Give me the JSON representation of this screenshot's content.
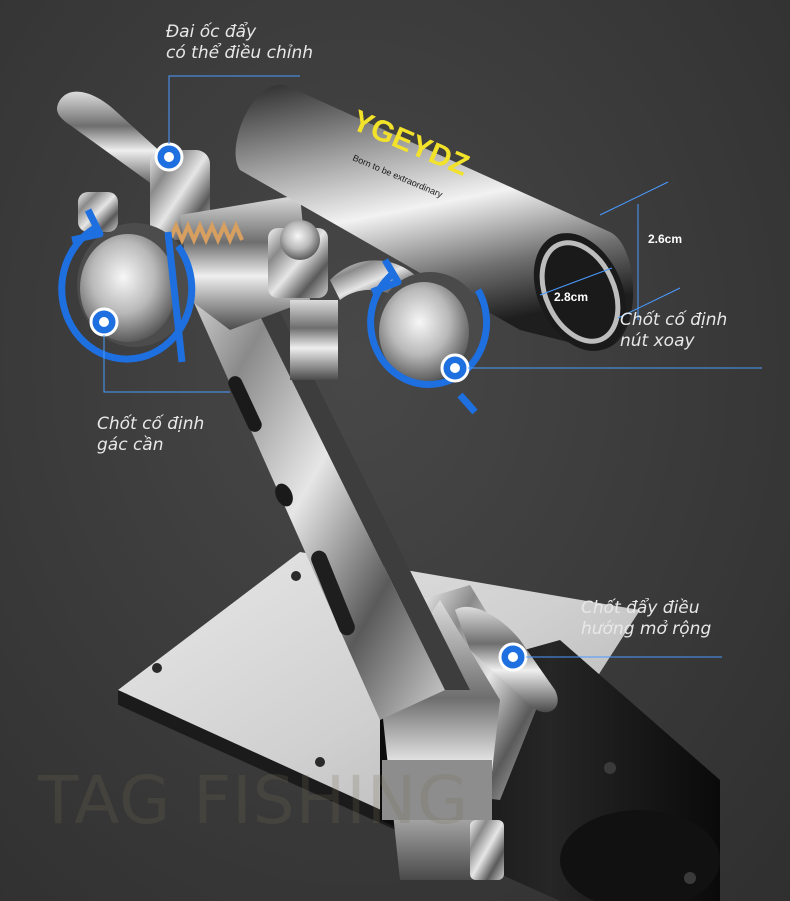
{
  "callouts": {
    "adjust_nut": [
      "Đai ốc đẩy",
      "có thể điều chỉnh"
    ],
    "rotary_lock": [
      "Chốt cố định",
      "nút xoay"
    ],
    "rest_lock": [
      "Chốt cố định",
      "gác cần"
    ],
    "extend_push": [
      "Chốt đẩy điều",
      "hướng mở rộng"
    ]
  },
  "dimensions": {
    "height": "2.6cm",
    "inner": "2.8cm"
  },
  "brand_text": "YGEYDZ",
  "brand_subtext": "Born to be extraordinary",
  "watermark": "TAG FISHING",
  "colors": {
    "accent_blue": "#1e6fe0",
    "callout_line": "#4a9aff",
    "brand_yellow": "#f2e22a"
  }
}
